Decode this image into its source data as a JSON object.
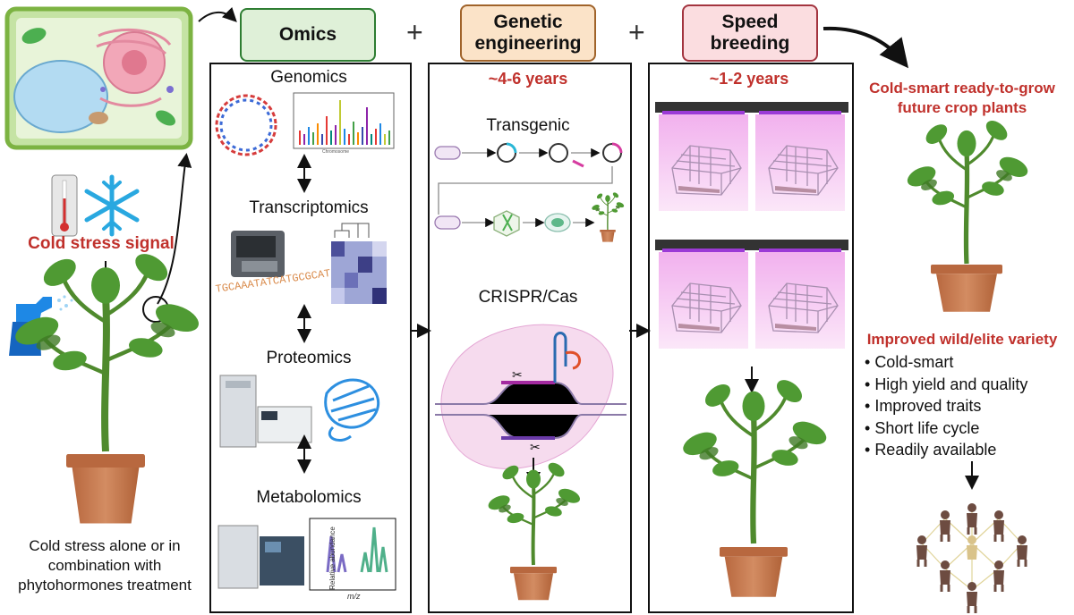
{
  "headers": {
    "omics": "Omics",
    "genetic": "Genetic engineering",
    "speed": "Speed breeding",
    "plus": "+"
  },
  "omics": {
    "genomics": "Genomics",
    "transcriptomics": "Transcriptomics",
    "proteomics": "Proteomics",
    "metabolomics": "Metabolomics",
    "seq_text": "TGCAAATATCATGCGCAT",
    "plot_ylabel": "Relative abundance",
    "plot_xlabel": "m/z",
    "manhattan_xlabel": "Chromosome"
  },
  "genetic": {
    "years": "~4-6 years",
    "transgenic": "Transgenic",
    "crispr": "CRISPR/Cas"
  },
  "speed": {
    "years": "~1-2 years"
  },
  "left": {
    "signal": "Cold stress signal",
    "caption": "Cold stress alone or in combination with phytohormones treatment"
  },
  "right": {
    "title": "Cold-smart ready-to-grow future crop plants",
    "variety": "Improved wild/elite variety",
    "traits": [
      "Cold-smart",
      "High yield and quality",
      "Improved traits",
      "Short life cycle",
      "Readily available"
    ]
  },
  "colors": {
    "omics_fill": "#dff0d8",
    "omics_border": "#2e7d32",
    "genetic_fill": "#fbe3c8",
    "genetic_border": "#a0632a",
    "speed_fill": "#fbdde0",
    "speed_border": "#a3343f",
    "accent_red": "#c0312c",
    "cell_border": "#8bc34a",
    "leaf": "#4f8a2d",
    "pot": "#c77b52",
    "light": "#f5c8f0"
  }
}
